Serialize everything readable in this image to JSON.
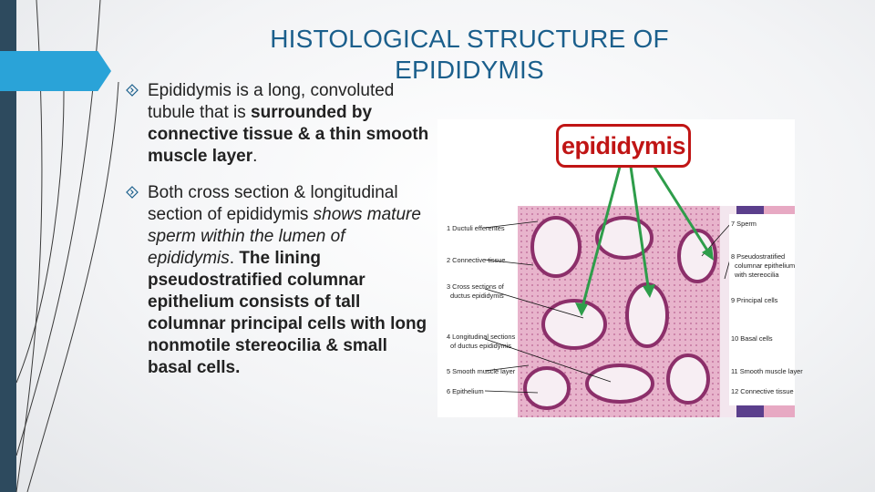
{
  "slide": {
    "title": "HISTOLOGICAL STRUCTURE OF EPIDIDYMIS",
    "bullets": [
      {
        "icon": "diamond-arrow-icon",
        "parts": [
          {
            "t": "Epididymis is a long, convoluted tubule that is ",
            "s": ""
          },
          {
            "t": "surrounded by connective tissue & a thin smooth muscle layer",
            "s": "b"
          },
          {
            "t": ".",
            "s": ""
          }
        ]
      },
      {
        "icon": "diamond-arrow-icon",
        "parts": [
          {
            "t": "Both cross section & longitudinal section of epididymis ",
            "s": ""
          },
          {
            "t": "shows mature sperm within the lumen of epididymis",
            "s": "i"
          },
          {
            "t": ". ",
            "s": ""
          },
          {
            "t": "The lining pseudostratified columnar epithelium consists of tall columnar principal cells with long nonmotile stereocilia & small basal cells.",
            "s": "b"
          }
        ]
      }
    ]
  },
  "figure": {
    "label": "epididymis",
    "left_labels": [
      "1 Ductuli efferentes",
      "2 Connective tissue",
      "3 Cross sections of",
      "ductus epididymis",
      "4 Longitudinal sections",
      "of ductus epididymis",
      "5 Smooth muscle layer",
      "6 Epithelium"
    ],
    "right_labels": [
      "7 Sperm",
      "8 Pseudostratified",
      "columnar epithelium",
      "with stereocilia",
      "9 Principal cells",
      "10 Basal cells",
      "11 Smooth muscle layer",
      "12 Connective tissue"
    ],
    "accent_color": "#c01515",
    "arrow_color": "#2e9d4a"
  },
  "theme": {
    "title_color": "#1b5f8c",
    "accent": "#2aa3d8",
    "strip": "#2d4a5e"
  }
}
